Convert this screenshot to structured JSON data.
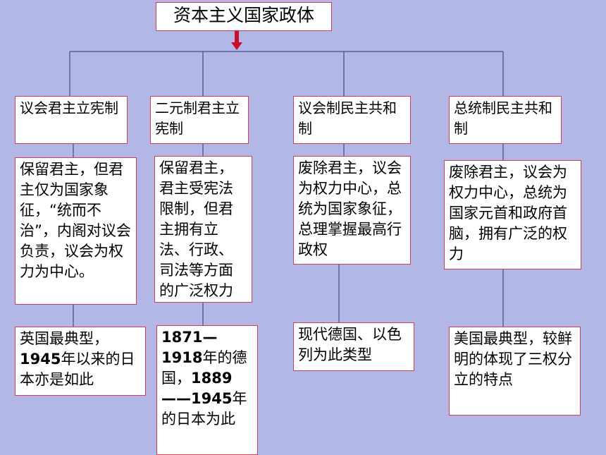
{
  "title": "资本主义国家政体",
  "columns": [
    {
      "name": "议会君主立宪制",
      "desc": "保留君主，但君主仅为国家象征，“统而不治”，内阁对议会负责，议会为权力为中心。",
      "example": "英国最典型，1945年以来的日本亦是如此"
    },
    {
      "name": "二元制君主立宪制",
      "desc": "保留君主，君主受宪法限制，但君主拥有立法、行政、司法等方面的广泛权力",
      "example": "1871—1918年的德国，1889——1945年的日本为此"
    },
    {
      "name": "议会制民主共和制",
      "desc": "废除君主，议会为权力中心，总统为国家象征，总理掌握最高行政权",
      "example": "现代德国、以色列为此类型"
    },
    {
      "name": "总统制民主共和制",
      "desc": "废除君主，议会为权力中心，总统为国家元首和政府首脑，拥有广泛的权力",
      "example": "美国最典型，较鲜明的体现了三权分立的特点"
    }
  ],
  "colors": {
    "background": "#b2b7e6",
    "box_border": "#d0405a",
    "arrow": "#c8102e",
    "connector": "#5a5f9a"
  }
}
